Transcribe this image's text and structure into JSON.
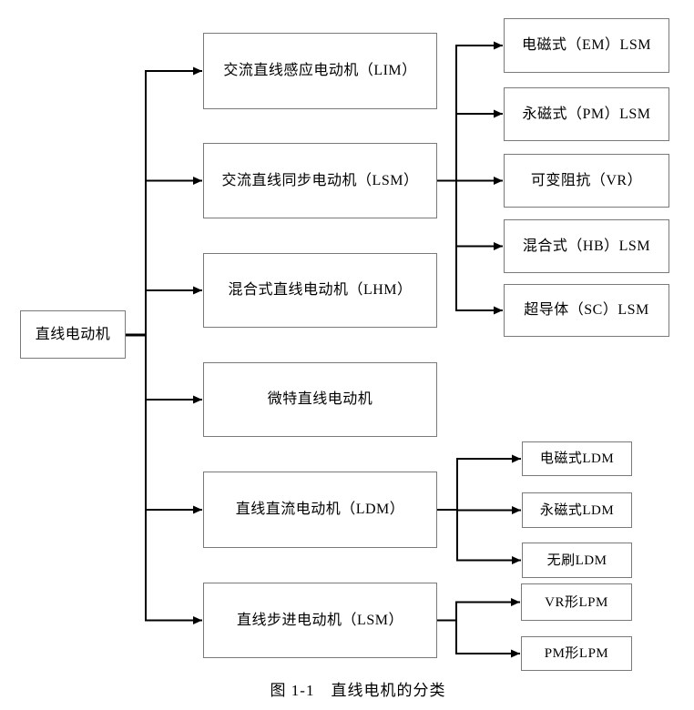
{
  "figure": {
    "caption": "图 1-1　直线电机的分类"
  },
  "colors": {
    "background": "#ffffff",
    "box_border": "#7a7a7a",
    "connector_line": "#000000",
    "text": "#000000"
  },
  "nodes": {
    "root": {
      "label": "直线电动机"
    },
    "level1": [
      {
        "label": "交流直线感应电动机（LIM）"
      },
      {
        "label": "交流直线同步电动机（LSM）"
      },
      {
        "label": "混合式直线电动机（LHM）"
      },
      {
        "label": "微特直线电动机"
      },
      {
        "label": "直线直流电动机（LDM）"
      },
      {
        "label": "直线步进电动机（LSM）"
      }
    ],
    "lsm_children": [
      {
        "label": "电磁式（EM）LSM"
      },
      {
        "label": "永磁式（PM）LSM"
      },
      {
        "label": "可变阻抗（VR）"
      },
      {
        "label": "混合式（HB）LSM"
      },
      {
        "label": "超导体（SC）LSM"
      }
    ],
    "ldm_children": [
      {
        "label": "电磁式LDM"
      },
      {
        "label": "永磁式LDM"
      },
      {
        "label": "无刷LDM"
      }
    ],
    "lpm_children": [
      {
        "label": "VR形LPM"
      },
      {
        "label": "PM形LPM"
      }
    ]
  }
}
